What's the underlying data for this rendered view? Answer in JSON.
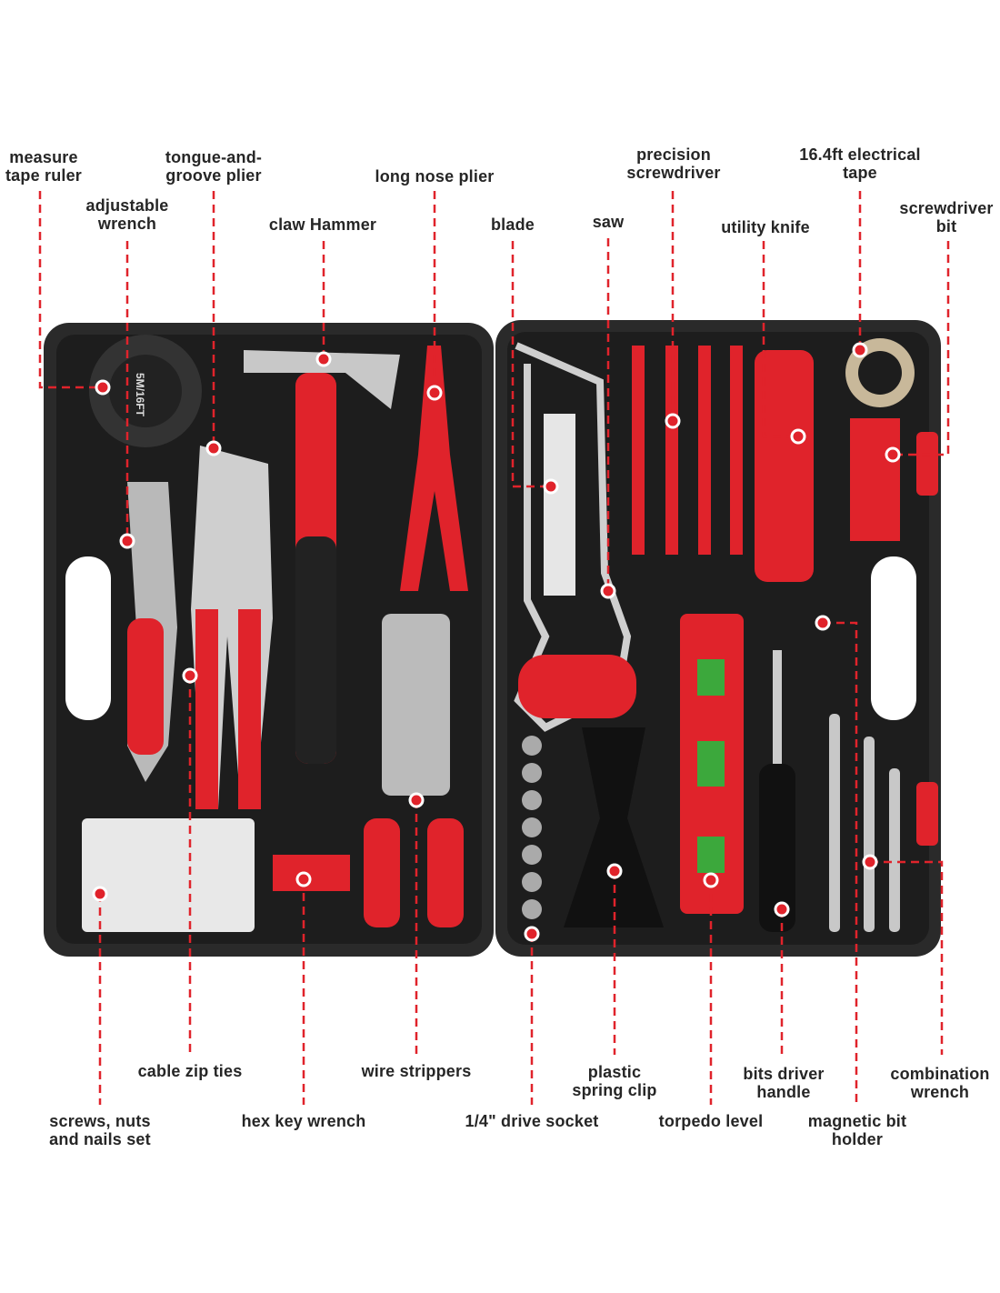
{
  "labels": {
    "measure_tape_ruler": "measure\ntape ruler",
    "adjustable_wrench": "adjustable\nwrench",
    "tongue_and_groove_plier": "tongue-and-\ngroove plier",
    "claw_hammer": "claw Hammer",
    "long_nose_plier": "long nose plier",
    "blade": "blade",
    "saw": "saw",
    "precision_screwdriver": "precision\nscrewdriver",
    "utility_knife": "utility knife",
    "electrical_tape": "16.4ft electrical\ntape",
    "screwdriver_bit": "screwdriver\nbit",
    "cable_zip_ties": "cable zip ties",
    "screws_nuts_nails": "screws, nuts\nand nails set",
    "hex_key_wrench": "hex key wrench",
    "wire_strippers": "wire strippers",
    "drive_socket": "1/4\" drive socket",
    "plastic_spring_clip": "plastic\nspring clip",
    "torpedo_level": "torpedo level",
    "bits_driver_handle": "bits driver\nhandle",
    "magnetic_bit_holder": "magnetic bit\nholder",
    "combination_wrench": "combination\nwrench"
  },
  "tape_marking": "5M/16FT",
  "colors": {
    "accent": "#e0232b",
    "case": "#2b2b2b",
    "text": "#262626"
  }
}
